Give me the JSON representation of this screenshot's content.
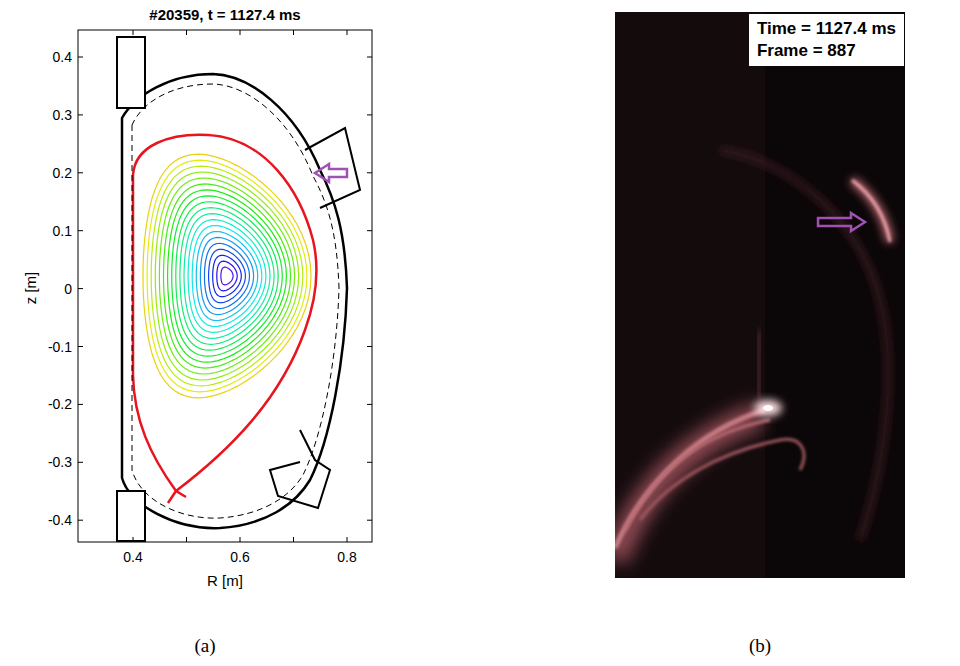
{
  "diagram": {
    "nodes": [
      {
        "text": [
          "Time = 1127.4 ms",
          "Frame = 887"
        ]
      }
    ],
    "labels": [
      "#20359, t = 1127.4 ms",
      "0.4",
      "0.3",
      "0.2",
      "0.1",
      "0",
      "-0.1",
      "-0.2",
      "-0.3",
      "-0.4",
      "z [m]",
      "0.4",
      "0.6",
      "0.8",
      "R [m]",
      "(a)",
      "(b)"
    ]
  }
}
